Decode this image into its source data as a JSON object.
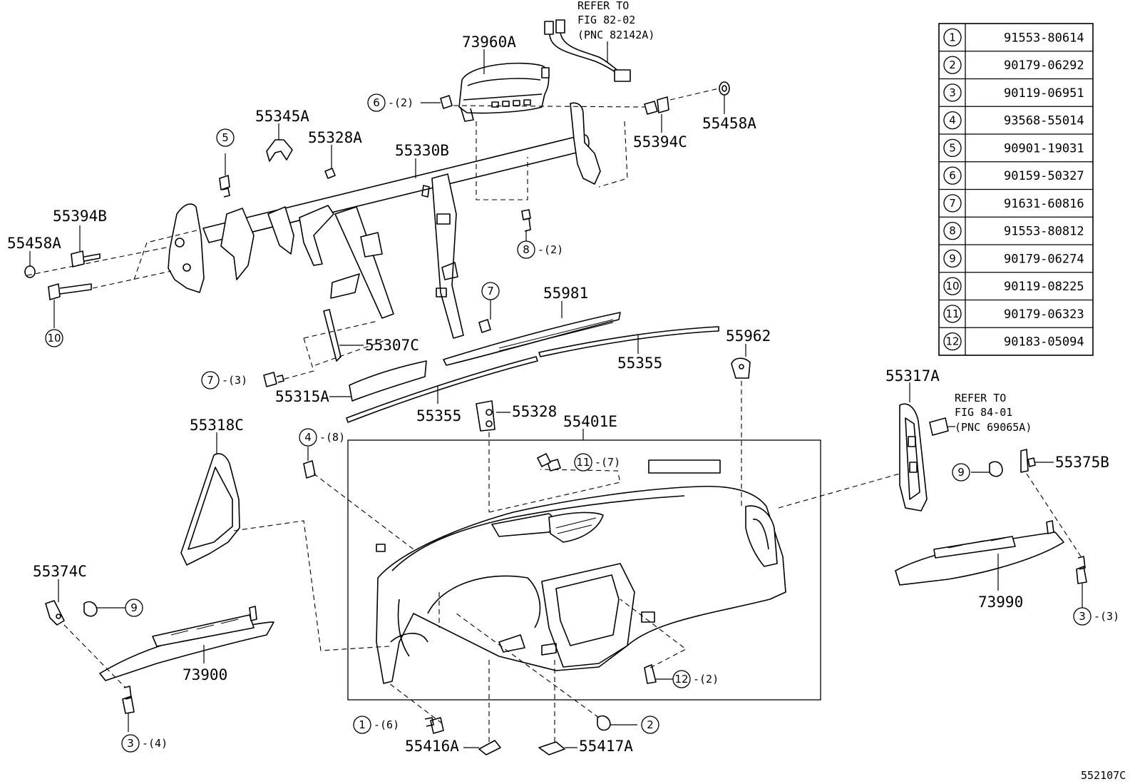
{
  "refs": {
    "top_line1": "REFER TO",
    "top_line2": "FIG 82-02",
    "top_line3": "(PNC 82142A)",
    "right_line1": "REFER TO",
    "right_line2": "FIG 84-01",
    "right_line3": "(PNC 69065A)"
  },
  "labels": {
    "p73960A": "73960A",
    "p55345A": "55345A",
    "p55328A": "55328A",
    "p55330B": "55330B",
    "p55394C": "55394C",
    "p55458A_r": "55458A",
    "p55394B": "55394B",
    "p55458A_l": "55458A",
    "p55981": "55981",
    "p55962": "55962",
    "p55307C": "55307C",
    "p55355_r": "55355",
    "p55315A": "55315A",
    "p55355_l": "55355",
    "p55328": "55328",
    "p55401E": "55401E",
    "p55318C": "55318C",
    "p55317A": "55317A",
    "p55375B": "55375B",
    "p55374C": "55374C",
    "p73900": "73900",
    "p73990": "73990",
    "p55416A": "55416A",
    "p55417A": "55417A",
    "diagram_code": "552107C"
  },
  "callouts": [
    {
      "num": "6",
      "qty": "-(2)"
    },
    {
      "num": "5",
      "qty": ""
    },
    {
      "num": "8",
      "qty": "-(2)"
    },
    {
      "num": "7",
      "qty": ""
    },
    {
      "num": "10",
      "qty": ""
    },
    {
      "num": "7",
      "qty": "-(3)"
    },
    {
      "num": "4",
      "qty": "-(8)"
    },
    {
      "num": "11",
      "qty": "-(7)"
    },
    {
      "num": "9",
      "qty": ""
    },
    {
      "num": "9",
      "qty": ""
    },
    {
      "num": "3",
      "qty": "-(3)"
    },
    {
      "num": "3",
      "qty": "-(4)"
    },
    {
      "num": "12",
      "qty": "-(2)"
    },
    {
      "num": "1",
      "qty": "-(6)"
    },
    {
      "num": "2",
      "qty": ""
    }
  ],
  "parts_table": [
    {
      "num": "1",
      "part": "91553-80614"
    },
    {
      "num": "2",
      "part": "90179-06292"
    },
    {
      "num": "3",
      "part": "90119-06951"
    },
    {
      "num": "4",
      "part": "93568-55014"
    },
    {
      "num": "5",
      "part": "90901-19031"
    },
    {
      "num": "6",
      "part": "90159-50327"
    },
    {
      "num": "7",
      "part": "91631-60816"
    },
    {
      "num": "8",
      "part": "91553-80812"
    },
    {
      "num": "9",
      "part": "90179-06274"
    },
    {
      "num": "10",
      "part": "90119-08225"
    },
    {
      "num": "11",
      "part": "90179-06323"
    },
    {
      "num": "12",
      "part": "90183-05094"
    }
  ]
}
